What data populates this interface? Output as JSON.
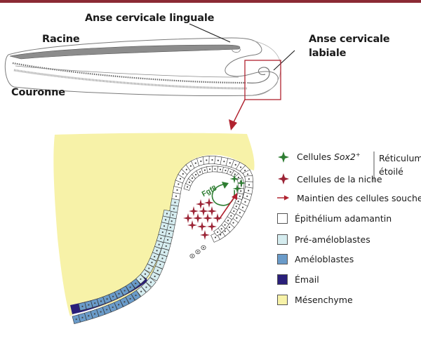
{
  "tooth_labels": {
    "lingual_loop": "Anse cervicale linguale",
    "labial_loop_line1": "Anse cervicale",
    "labial_loop_line2": "labiale",
    "root": "Racine",
    "crown": "Couronne"
  },
  "schematic": {
    "fgf8": "Fgf8"
  },
  "legend": {
    "sox2_prefix": "Cellules ",
    "sox2_gene": "Sox2",
    "sox2_sup": "+",
    "niche": "Cellules de la niche",
    "stellate_line1": "Réticulum",
    "stellate_line2": "étoilé",
    "stem_maintenance": "Maintien des cellules souches",
    "epithelium": "Épithélium adamantin",
    "preameloblasts": "Pré-améloblastes",
    "ameloblasts": "Améloblastes",
    "enamel": "Émail",
    "mesenchyme": "Mésenchyme"
  },
  "colors": {
    "sox2_green": "#2e7d32",
    "niche_red": "#9b2335",
    "arrow_red": "#b0222f",
    "epithelium": "#ffffff",
    "preameloblasts": "#d5ecef",
    "ameloblasts": "#6a9bc9",
    "enamel": "#2a1f7a",
    "mesenchyme": "#f7f2a8",
    "rule": "#8b2a34"
  },
  "icons": [
    "green-star-icon",
    "red-star-icon",
    "red-arrow-icon"
  ]
}
